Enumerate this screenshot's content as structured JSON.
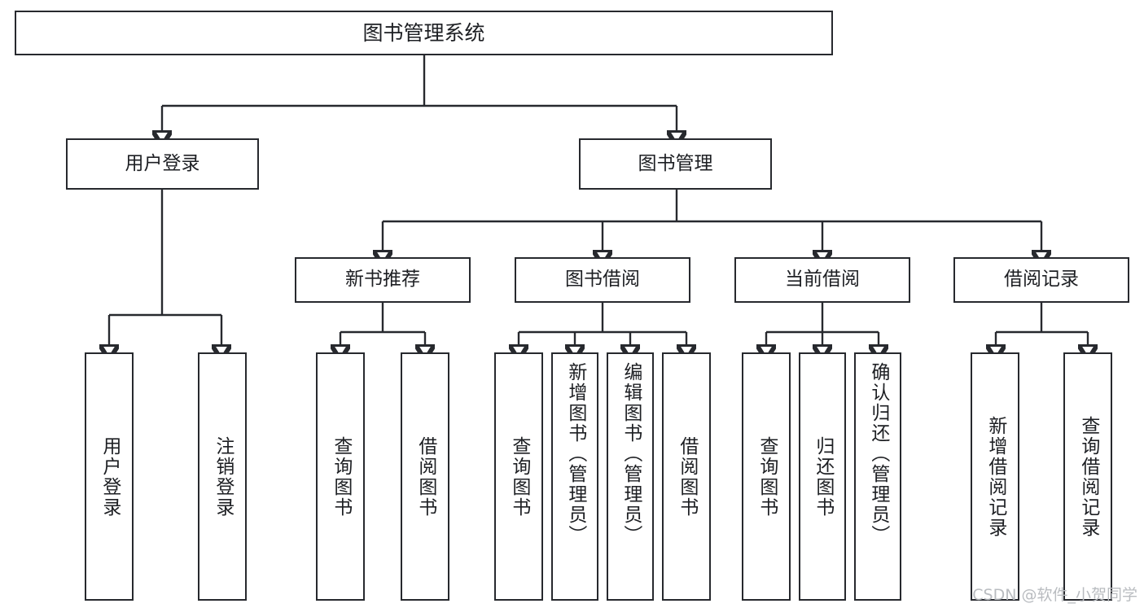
{
  "diagram": {
    "title": "图书管理系统",
    "type": "功能结构图",
    "line_color": "#27292e",
    "box_fill": "#ffffff",
    "text_color": "#1d1f23"
  },
  "root": {
    "label": "图书管理系统"
  },
  "level2": [
    {
      "label": "用户登录"
    },
    {
      "label": "图书管理"
    }
  ],
  "level3": [
    {
      "label": "新书推荐"
    },
    {
      "label": "图书借阅"
    },
    {
      "label": "当前借阅"
    },
    {
      "label": "借阅记录"
    }
  ],
  "leaves": [
    {
      "label": "用户登录",
      "parent": "用户登录"
    },
    {
      "label": "注销登录",
      "parent": "用户登录"
    },
    {
      "label": "查询图书",
      "parent": "新书推荐"
    },
    {
      "label": "借阅图书",
      "parent": "新书推荐"
    },
    {
      "label": "查询图书",
      "parent": "图书借阅"
    },
    {
      "label": "新增图书（管理员）",
      "parent": "图书借阅"
    },
    {
      "label": "编辑图书（管理员）",
      "parent": "图书借阅"
    },
    {
      "label": "借阅图书",
      "parent": "图书借阅"
    },
    {
      "label": "查询图书",
      "parent": "当前借阅"
    },
    {
      "label": "归还图书",
      "parent": "当前借阅"
    },
    {
      "label": "确认归还（管理员）",
      "parent": "当前借阅"
    },
    {
      "label": "新增借阅记录",
      "parent": "借阅记录"
    },
    {
      "label": "查询借阅记录",
      "parent": "借阅记录"
    }
  ],
  "watermark": {
    "text": "CSDN @软件_小贺同学"
  }
}
